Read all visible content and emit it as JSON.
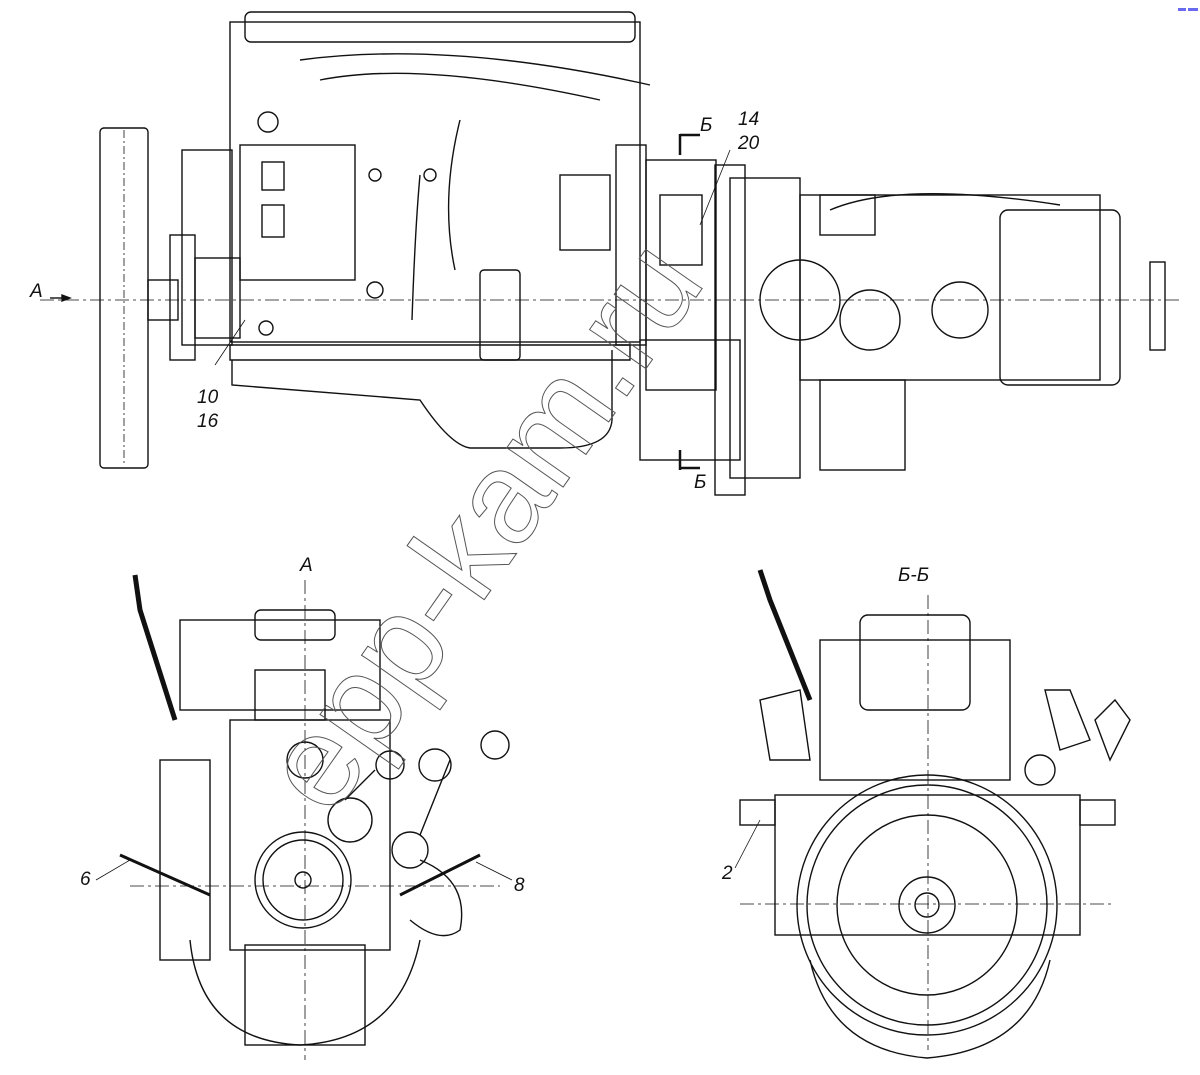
{
  "title": "Engine with gearbox installation drawing",
  "view_arrow_label": "А",
  "section_marks": {
    "top": "Б",
    "bottom": "Б"
  },
  "callouts": {
    "top_right": [
      "14",
      "20"
    ],
    "bottom_left": [
      "10",
      "16"
    ],
    "front_left": "6",
    "front_right": "8",
    "rear_left": "2"
  },
  "views": {
    "front_title": "А",
    "section_title": "Б-Б"
  },
  "watermark": "epp-kam.ru",
  "colors": {
    "line": "#111111",
    "watermark": "#555555",
    "corner_mark": "#6a6af0"
  }
}
